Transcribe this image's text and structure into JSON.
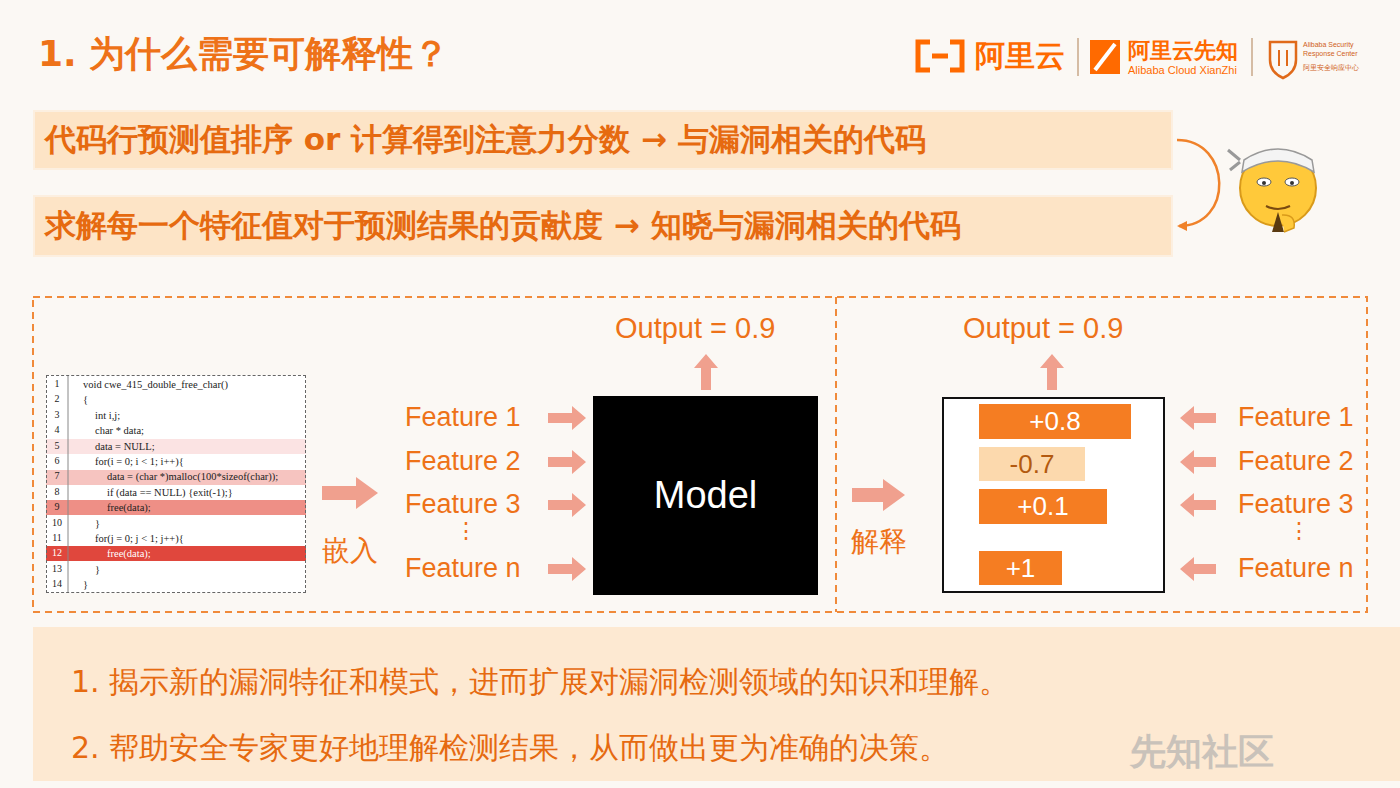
{
  "diagram": {
    "title": "1. 为什么需要可解释性？",
    "nodes": [
      {
        "text": [
          "代码行预测值排序 or 计算得到注意力分数 → 与漏洞相关的代码"
        ]
      },
      {
        "text": [
          "求解每一个特征值对于预测结果的贡献度 → 知晓与漏洞相关的代码"
        ]
      },
      {
        "text": [
          "void cwe_415_double_free_char()",
          "{",
          "int i,j;",
          "char * data;",
          "data = NULL;",
          "for(i = 0; i < 1; i++){",
          "data = (char *)malloc(100*sizeof(char));",
          "if (data == NULL) {exit(-1);}",
          "free(data);",
          "}",
          "for(j = 0; j < 1; j++){",
          "free(data);",
          "}",
          "}"
        ]
      },
      {
        "text": [
          "Model"
        ]
      },
      {
        "text": []
      },
      {
        "text": [
          "+0.8"
        ],
        "in": 4
      },
      {
        "text": [
          "-0.7"
        ],
        "in": 4
      },
      {
        "text": [
          "+0.1"
        ],
        "in": 4
      },
      {
        "text": [
          "+1"
        ],
        "in": 4
      },
      {
        "text": [
          "1. 揭示新的漏洞特征和模式，进而扩展对漏洞检测领域的知识和理解。",
          "2. 帮助安全专家更好地理解检测结果，从而做出更为准确的决策。"
        ]
      }
    ],
    "edges": [
      {
        "from": 0,
        "to": 1,
        "arrow": "to"
      },
      {
        "from": 3,
        "to": 4,
        "arrow": "to",
        "label": "解释"
      }
    ],
    "labels": [
      "阿里云",
      "阿里云先知",
      "Alibaba Cloud XianZhi",
      "Alibaba Security Response Center",
      "阿里安全响应中心",
      "1",
      "2",
      "3",
      "4",
      "5",
      "6",
      "7",
      "8",
      "9",
      "10",
      "11",
      "12",
      "13",
      "14",
      "嵌入",
      "Feature 1",
      "Feature 2",
      "Feature 3",
      "⋮",
      "Feature n",
      "Output = 0.9",
      "Output = 0.9",
      "Feature 1",
      "Feature 2",
      "Feature 3",
      "⋮",
      "Feature n",
      "先知社区"
    ]
  }
}
